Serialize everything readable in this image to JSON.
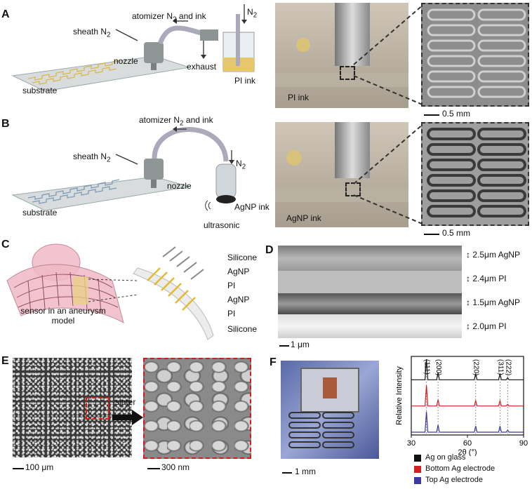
{
  "panels": {
    "A": {
      "label": "A",
      "atomizer": "atomizer N",
      "atomizer_sub": "2",
      "atomizer_tail": " and ink",
      "n2": "N",
      "n2_sub": "2",
      "sheath": "sheath N",
      "sheath_sub": "2",
      "nozzle": "nozzle",
      "exhaust": "exhaust",
      "substrate": "substrate",
      "pi_ink": "PI ink",
      "photo_label": "PI ink",
      "scale": "0.5 mm"
    },
    "B": {
      "label": "B",
      "atomizer": "atomizer N",
      "atomizer_sub": "2",
      "atomizer_tail": " and ink",
      "n2": "N",
      "n2_sub": "2",
      "sheath": "sheath N",
      "sheath_sub": "2",
      "nozzle": "nozzle",
      "substrate": "substrate",
      "agnp_ink": "AgNP ink",
      "ultrasonic": "ultrasonic",
      "photo_label": "AgNP ink",
      "scale": "0.5 mm"
    },
    "C": {
      "label": "C",
      "caption": "sensor in an aneurysm model",
      "layers": [
        "Silicone",
        "AgNP",
        "PI",
        "AgNP",
        "PI",
        "Silicone"
      ]
    },
    "D": {
      "label": "D",
      "layers": [
        "2.5μm AgNP",
        "2.4μm PI",
        "1.5μm AgNP",
        "2.0μm PI"
      ],
      "scale": "1 μm"
    },
    "E": {
      "label": "E",
      "sinter": "sinter",
      "scale_left": "100 μm",
      "scale_right": "300 nm"
    },
    "F": {
      "label": "F",
      "scale": "1 mm"
    }
  },
  "chart_data": {
    "type": "line",
    "ylabel": "Relative Intensity",
    "xlabel": "2θ (°)",
    "xlim": [
      30,
      90
    ],
    "xticks": [
      30,
      60,
      90
    ],
    "peaks": [
      {
        "label": "(111)",
        "x": 38.1
      },
      {
        "label": "(200)",
        "x": 44.3
      },
      {
        "label": "(220)",
        "x": 64.4
      },
      {
        "label": "(311)",
        "x": 77.4
      },
      {
        "label": "(222)",
        "x": 81.5
      }
    ],
    "series": [
      {
        "name": "Ag on glass",
        "color": "#111111",
        "heights": [
          1.0,
          0.35,
          0.3,
          0.3,
          0.1
        ]
      },
      {
        "name": "Bottom Ag electrode",
        "color": "#d22020",
        "heights": [
          1.0,
          0.3,
          0.25,
          0.25,
          0.08
        ]
      },
      {
        "name": "Top Ag electrode",
        "color": "#3a3aa0",
        "heights": [
          1.0,
          0.35,
          0.3,
          0.3,
          0.1
        ]
      }
    ]
  }
}
